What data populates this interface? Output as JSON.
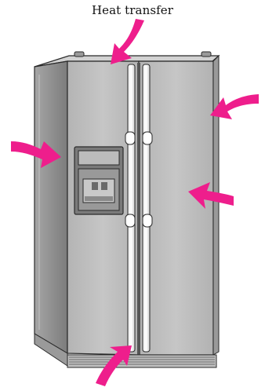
{
  "caption": "Heat transfer",
  "colors": {
    "arrow": "#ee1e8c",
    "fridge_body": "#b0b0b0",
    "fridge_door": "#bdbdbd",
    "fridge_side": "#8e8e8e",
    "outline": "#2a2a2a",
    "dispenser": "#707070"
  },
  "icons": {
    "arrow": "curved-arrow-icon",
    "appliance": "refrigerator-icon"
  },
  "arrows": [
    {
      "name": "heat-arrow-top",
      "direction": "inward"
    },
    {
      "name": "heat-arrow-right-upper",
      "direction": "inward"
    },
    {
      "name": "heat-arrow-left",
      "direction": "inward"
    },
    {
      "name": "heat-arrow-right-lower",
      "direction": "inward"
    },
    {
      "name": "heat-arrow-bottom",
      "direction": "inward"
    }
  ]
}
